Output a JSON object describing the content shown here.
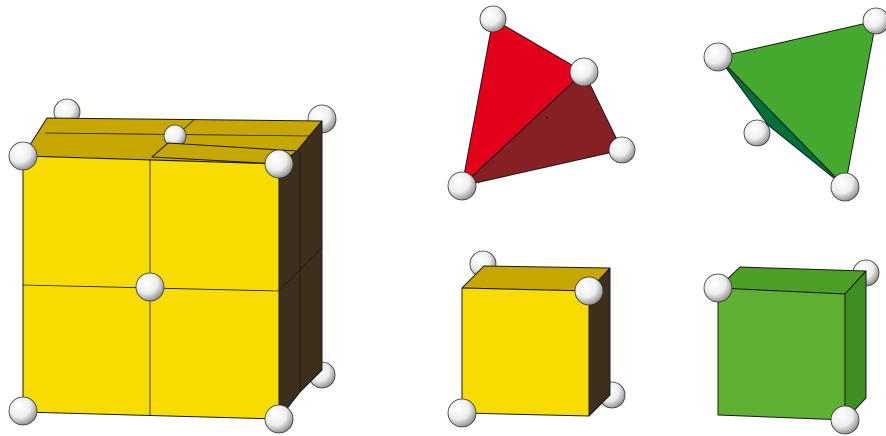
{
  "figure": {
    "panels": [
      {
        "name": "large-cube-2x2x2",
        "shape": "cube",
        "subdivisions": 2
      },
      {
        "name": "red-tetrahedron",
        "shape": "tetrahedron"
      },
      {
        "name": "green-tetrahedron",
        "shape": "tetrahedron"
      },
      {
        "name": "small-yellow-cube",
        "shape": "cube",
        "subdivisions": 1
      },
      {
        "name": "small-green-cube",
        "shape": "cube",
        "subdivisions": 1
      }
    ],
    "colors": {
      "yellow_front": "#f6dc00",
      "yellow_top": "#c6a700",
      "yellow_side": "#3e2e1c",
      "red_front": "#e3001b",
      "red_side": "#862024",
      "green_face": "#45a82f",
      "green_dark": "#00703a",
      "cube_green_front": "#5faf32",
      "cube_green_top": "#4d9f28",
      "cube_green_side": "#3e8f22",
      "sphere_light": "#ffffff",
      "sphere_shadow": "#8a8a8a",
      "outline": "#1a1a1a"
    }
  }
}
